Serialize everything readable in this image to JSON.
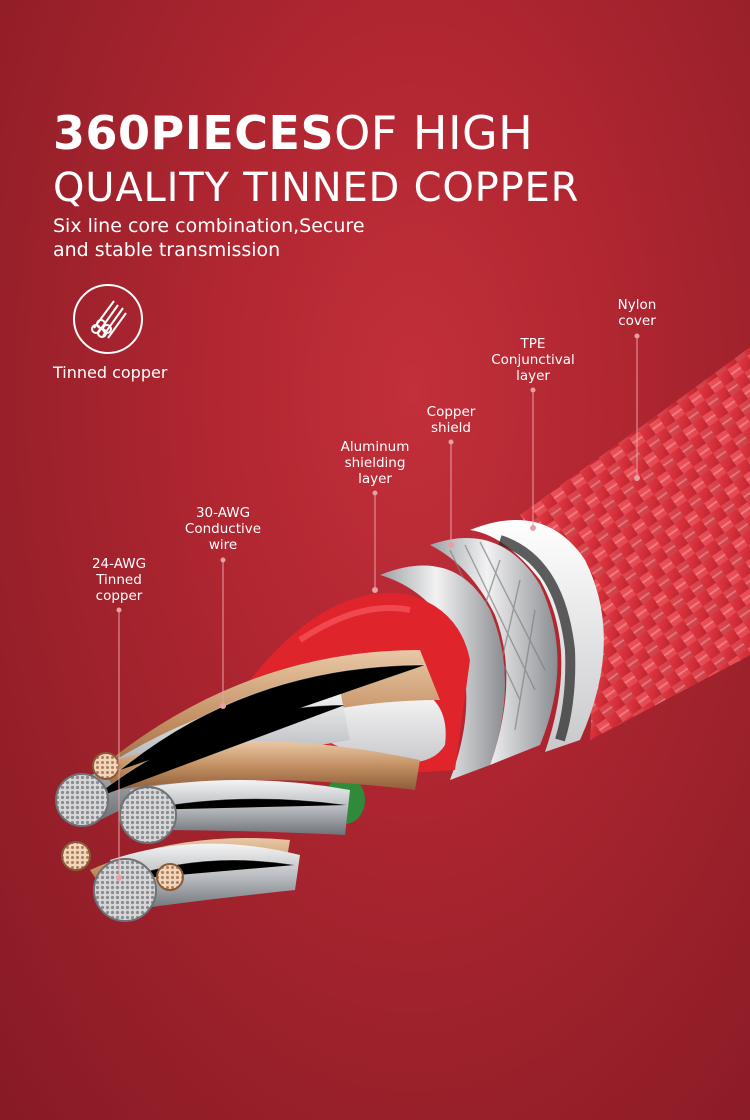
{
  "headline": {
    "bold_part": "360PIECES",
    "light_part": "OF HIGH",
    "line2": "QUALITY TINNED COPPER"
  },
  "subtitle": "Six line core combination,Secure and stable transmission",
  "feature": {
    "icon": "wire-bundle-icon",
    "label": "Tinned copper"
  },
  "callouts": {
    "nylon_cover": "Nylon\ncover",
    "tpe_layer": "TPE\nConjunctival\nlayer",
    "copper_shield": "Copper\nshield",
    "aluminum_shield": "Aluminum\nshielding\nlayer",
    "conductive_wire": "30-AWG\nConductive\nwire",
    "tinned_copper": "24-AWG\nTinned\ncopper"
  },
  "colors": {
    "background": "#b02631",
    "nylon_braid": "#d8323c",
    "inner_red": "#e0242c"
  }
}
